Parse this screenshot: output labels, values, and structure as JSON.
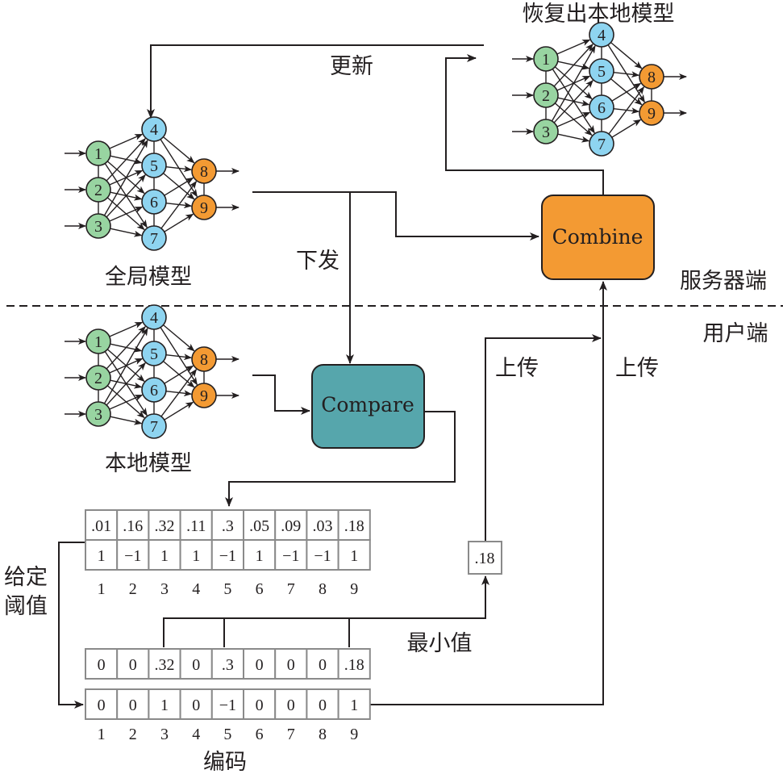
{
  "labels": {
    "recovered_model": "恢复出本地模型",
    "update": "更新",
    "global_model": "全局模型",
    "distribute": "下发",
    "server_side": "服务器端",
    "client_side": "用户端",
    "local_model": "本地模型",
    "upload_1": "上传",
    "upload_2": "上传",
    "threshold": [
      "给定",
      "阈值"
    ],
    "min_value": "最小值",
    "encoding": "编码"
  },
  "boxes": {
    "combine": "Combine",
    "compare": "Compare"
  },
  "colors": {
    "input_node": "#98d4a1",
    "hidden_node": "#8ed4f0",
    "output_node": "#f39a33",
    "combine_box": "#f39a33",
    "compare_box": "#56a6ac"
  },
  "network": {
    "input_nodes": [
      "1",
      "2",
      "3"
    ],
    "hidden_nodes": [
      "4",
      "5",
      "6",
      "7"
    ],
    "output_nodes": [
      "8",
      "9"
    ]
  },
  "diff_table": {
    "values": [
      ".01",
      ".16",
      ".32",
      ".11",
      ".3",
      ".05",
      ".09",
      ".03",
      ".18"
    ],
    "signs": [
      "1",
      "−1",
      "1",
      "1",
      "−1",
      "1",
      "−1",
      "−1",
      "1"
    ],
    "indices": [
      "1",
      "2",
      "3",
      "4",
      "5",
      "6",
      "7",
      "8",
      "9"
    ]
  },
  "threshold_table": {
    "values": [
      "0",
      "0",
      ".32",
      "0",
      ".3",
      "0",
      "0",
      "0",
      ".18"
    ]
  },
  "code_table": {
    "values": [
      "0",
      "0",
      "1",
      "0",
      "−1",
      "0",
      "0",
      "0",
      "1"
    ],
    "indices": [
      "1",
      "2",
      "3",
      "4",
      "5",
      "6",
      "7",
      "8",
      "9"
    ]
  },
  "min_box": ".18"
}
